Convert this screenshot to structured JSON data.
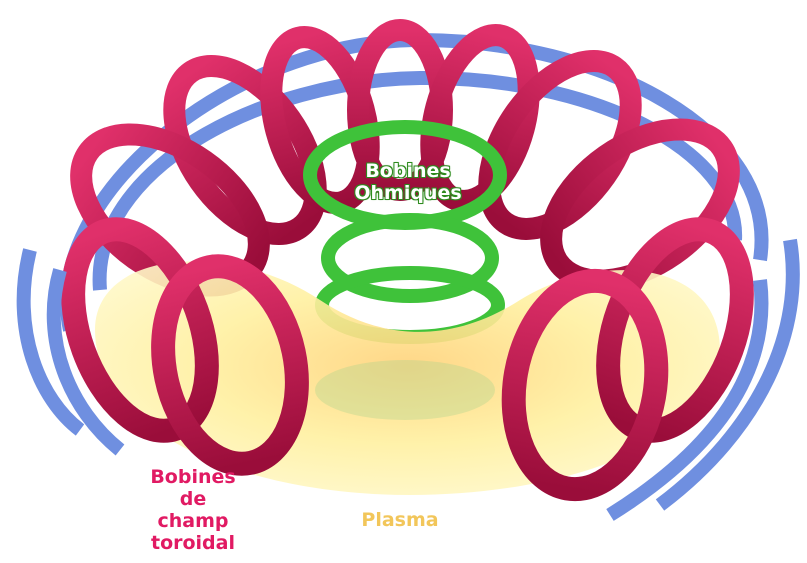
{
  "labels": {
    "ohmic": [
      "Bobines",
      "Ohmiques"
    ],
    "toroidal": [
      "Bobines",
      "de",
      "champ",
      "toroidal"
    ],
    "plasma": "Plasma"
  },
  "colors": {
    "toroidal_coil": "#c8134f",
    "poloidal_coil": "#6f8fe0",
    "ohmic_coil": "#3fc23a",
    "plasma": "#fff29a",
    "label_toroidal": "#e11a63",
    "label_plasma": "#f2c65a",
    "label_ohmic": "#ffffff"
  },
  "components": [
    "poloidal-field-coils",
    "toroidal-field-coils",
    "ohmic-coils",
    "plasma-torus"
  ]
}
